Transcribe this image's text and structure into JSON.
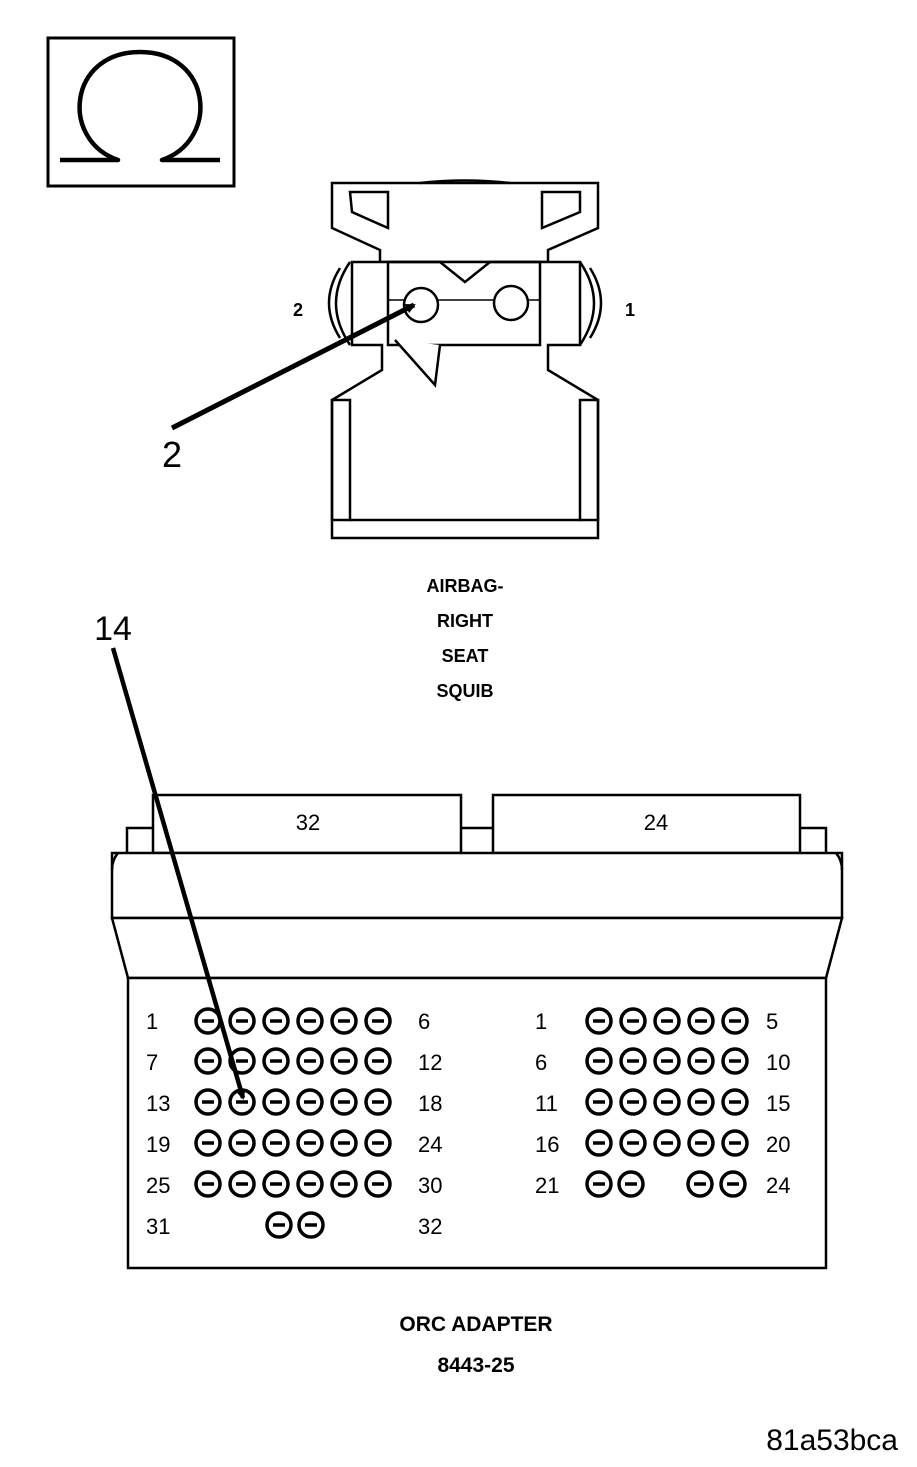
{
  "symbol": {
    "name": "ohm-icon",
    "glyph": ""
  },
  "connector_top": {
    "pin_left_label": "2",
    "pin_right_label": "1",
    "callout": "2",
    "caption": [
      "AIRBAG-",
      "RIGHT",
      "SEAT",
      "SQUIB"
    ]
  },
  "adapter": {
    "tab_left": "32",
    "tab_right": "24",
    "callout": "14",
    "left_rows": [
      {
        "start": "1",
        "end": "6"
      },
      {
        "start": "7",
        "end": "12"
      },
      {
        "start": "13",
        "end": "18"
      },
      {
        "start": "19",
        "end": "24"
      },
      {
        "start": "25",
        "end": "30"
      },
      {
        "start": "31",
        "end": "32"
      }
    ],
    "right_rows": [
      {
        "start": "1",
        "end": "5"
      },
      {
        "start": "6",
        "end": "10"
      },
      {
        "start": "11",
        "end": "15"
      },
      {
        "start": "16",
        "end": "20"
      },
      {
        "start": "21",
        "end": "24"
      }
    ],
    "caption_line1": "ORC ADAPTER",
    "caption_line2": "8443-25"
  },
  "figure_id": "81a53bca"
}
